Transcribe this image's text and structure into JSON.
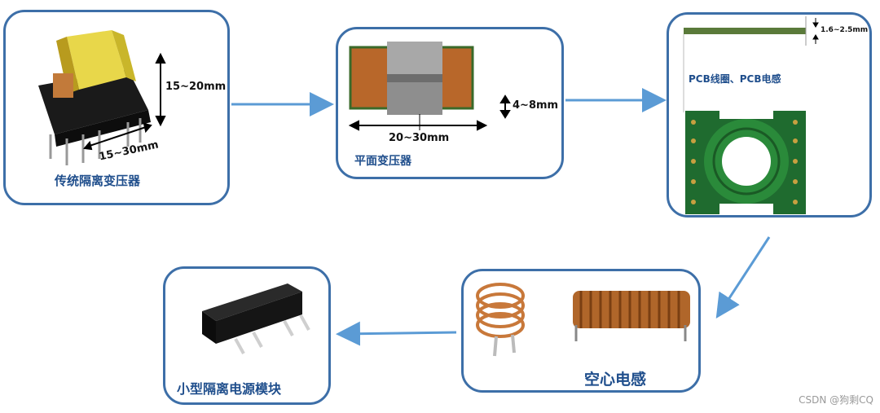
{
  "cards": {
    "traditional": {
      "label": "传统隔离变压器",
      "dim_h": "15~20mm",
      "dim_w": "15~30mm"
    },
    "planar": {
      "label": "平面变压器",
      "dim_h": "4~8mm",
      "dim_w": "20~30mm"
    },
    "pcb": {
      "label": "PCB线圈、PCB电感",
      "dim_thick": "1.6~2.5mm"
    },
    "aircore": {
      "label": "空心电感"
    },
    "module": {
      "label": "小型隔离电源模块"
    }
  },
  "watermark": "CSDN @狗剩CQ",
  "colors": {
    "border": "#3d6fa8",
    "arrow": "#5b9bd5",
    "label": "#1f4e8c"
  }
}
